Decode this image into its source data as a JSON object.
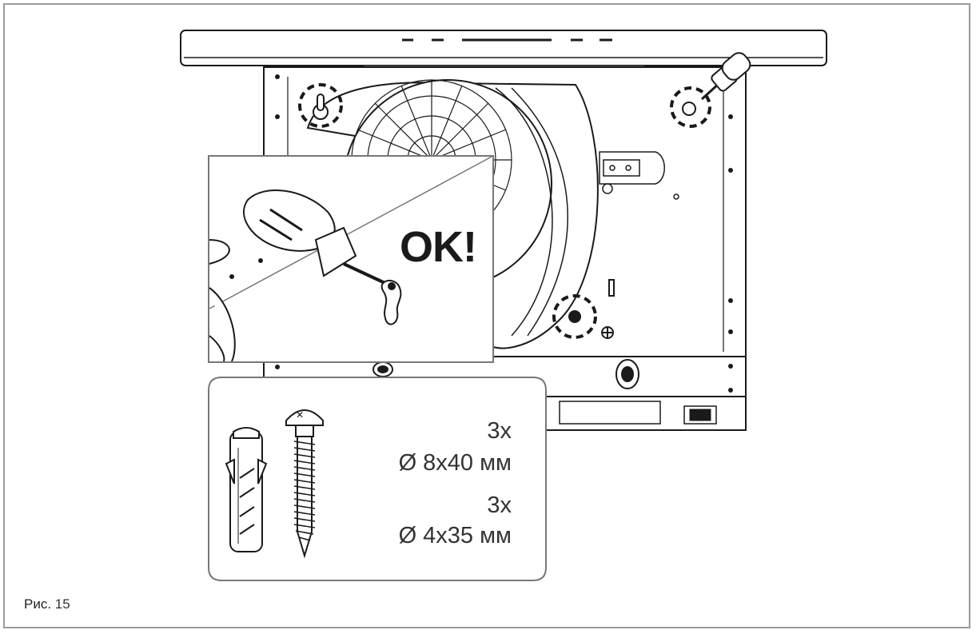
{
  "figure": {
    "caption_prefix": "Рис.",
    "caption_number": "15",
    "ok_label": "OK!"
  },
  "fasteners": {
    "dowel": {
      "quantity": "3x",
      "size": "Ø 8x40 мм"
    },
    "screw": {
      "quantity": "3x",
      "size": "Ø 4x35 мм"
    }
  },
  "colors": {
    "line": "#1a1a1a",
    "frame": "#9a9a9a",
    "panel_border": "#777777"
  }
}
